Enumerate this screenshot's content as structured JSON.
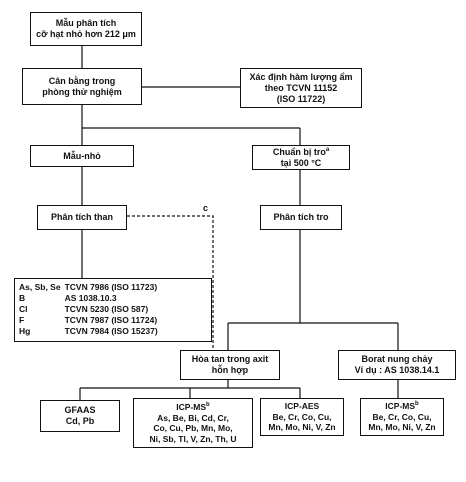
{
  "nodes": {
    "sample": [
      "Mẫu phân tích",
      "cỡ hạt nhỏ hơn 212 μm"
    ],
    "equilibrate": [
      "Cân bằng trong",
      "phòng thử nghiệm"
    ],
    "moisture": [
      "Xác định hàm lượng ẩm",
      "theo TCVN 11152",
      "(ISO 11722)"
    ],
    "subsample": [
      "Mẫu-nhỏ"
    ],
    "ash_prep": [
      "Chuẩn bị tro",
      "tại 500 °C"
    ],
    "coal_analysis": [
      "Phân tích than"
    ],
    "ash_analysis": [
      "Phân tích tro"
    ],
    "acid_digest": [
      "Hòa tan trong axit",
      "hỗn hợp"
    ],
    "borate_fusion": [
      "Borat nung chảy",
      "Ví dụ : AS 1038.14.1"
    ],
    "gfaas": [
      "GFAAS",
      "Cd, Pb"
    ],
    "icpms1": [
      "ICP-MS",
      "As, Be, Bi, Cd, Cr,",
      "Co, Cu, Pb, Mn, Mo,",
      "Ni, Sb, Tl, V, Zn, Th, U"
    ],
    "icpaes": [
      "ICP-AES",
      "Be, Cr, Co, Cu,",
      "Mn, Mo, Ni, V, Zn"
    ],
    "icpms2": [
      "ICP-MS",
      "Be, Cr, Co, Cu,",
      "Mn, Mo, Ni, V, Zn"
    ]
  },
  "superscripts": {
    "ash_prep": "a",
    "icpms1": "b",
    "icpms2": "b"
  },
  "element_methods": [
    {
      "element": "As, Sb, Se",
      "method": "TCVN 7986 (ISO 11723)"
    },
    {
      "element": "B",
      "method": "AS 1038.10.3"
    },
    {
      "element": "Cl",
      "method": "TCVN 5230 (ISO 587)"
    },
    {
      "element": "F",
      "method": "TCVN 7987 (ISO 11724)"
    },
    {
      "element": "Hg",
      "method": "TCVN 7984 (ISO 15237)"
    }
  ],
  "dashed_label": "c"
}
